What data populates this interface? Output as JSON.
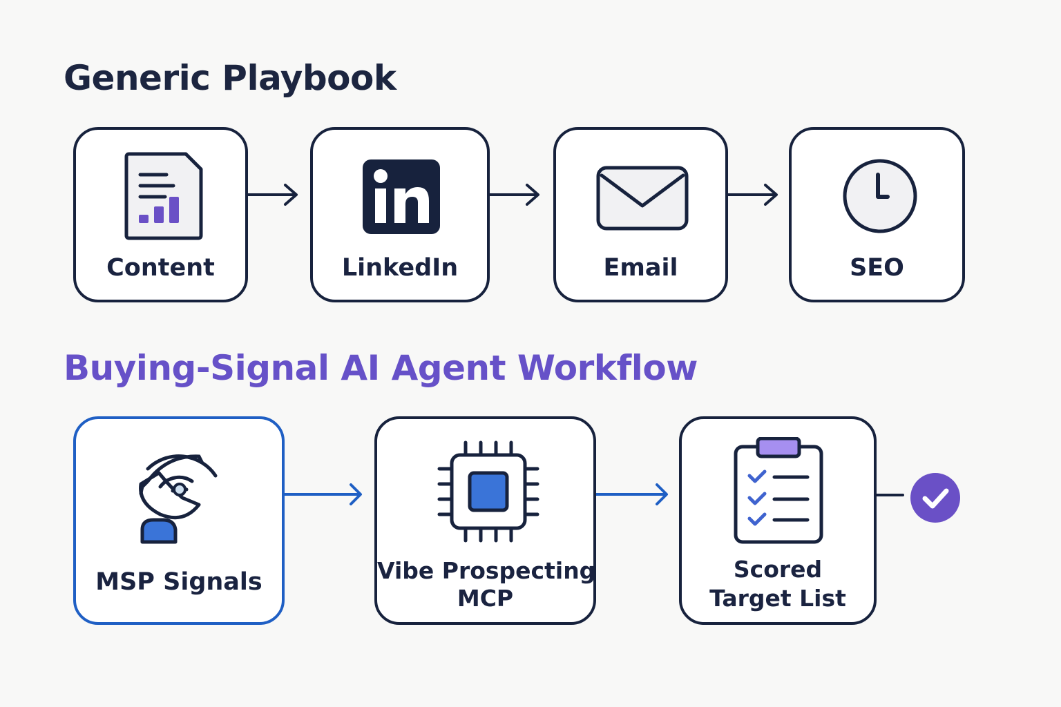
{
  "colors": {
    "background": "#f8f8f7",
    "dark": "#17223d",
    "purple": "#6651c8",
    "blue": "#1f5fc4",
    "check_purple": "#6a50c6"
  },
  "sections": {
    "generic": {
      "title": "Generic Playbook",
      "steps": [
        {
          "label": "Content",
          "icon": "document-chart-icon"
        },
        {
          "label": "LinkedIn",
          "icon": "linkedin-icon"
        },
        {
          "label": "Email",
          "icon": "envelope-icon"
        },
        {
          "label": "SEO",
          "icon": "clock-icon"
        }
      ]
    },
    "agent": {
      "title": "Buying-Signal AI Agent Workflow",
      "steps": [
        {
          "label": "MSP Signals",
          "icon": "satellite-dish-icon"
        },
        {
          "label_line1": "Vibe Prospecting",
          "label_line2": "MCP",
          "icon": "chip-icon"
        },
        {
          "label_line1": "Scored",
          "label_line2": "Target List",
          "icon": "clipboard-checklist-icon"
        }
      ],
      "end_icon": "check-circle-icon"
    }
  }
}
